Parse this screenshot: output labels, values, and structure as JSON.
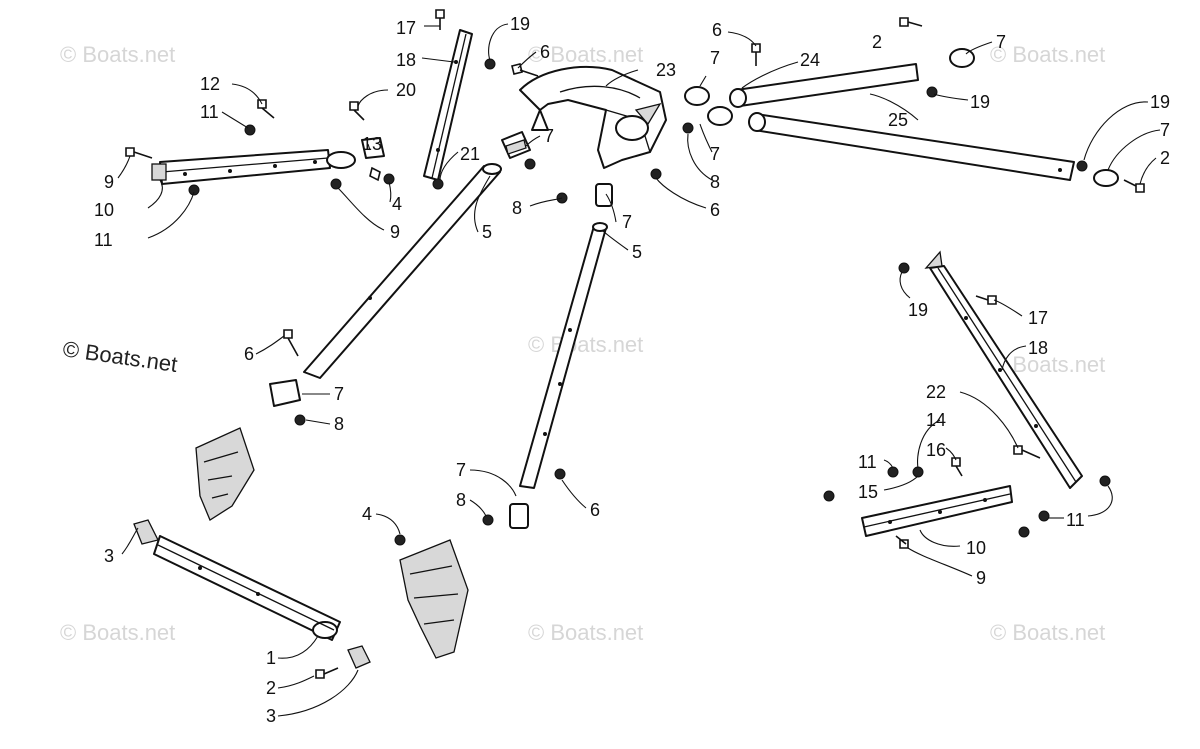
{
  "watermarks": {
    "faint": "© Boats.net",
    "main": "© Boats.net"
  },
  "callouts": {
    "c1": "1",
    "c2": "2",
    "c3": "3",
    "c4": "4",
    "c5": "5",
    "c6": "6",
    "c7": "7",
    "c8": "8",
    "c9": "9",
    "c10": "10",
    "c11": "11",
    "c12": "12",
    "c13": "13",
    "c14": "14",
    "c15": "15",
    "c16": "16",
    "c17": "17",
    "c18": "18",
    "c19": "19",
    "c20": "20",
    "c21": "21",
    "c22": "22",
    "c23": "23",
    "c24": "24",
    "c25": "25"
  }
}
